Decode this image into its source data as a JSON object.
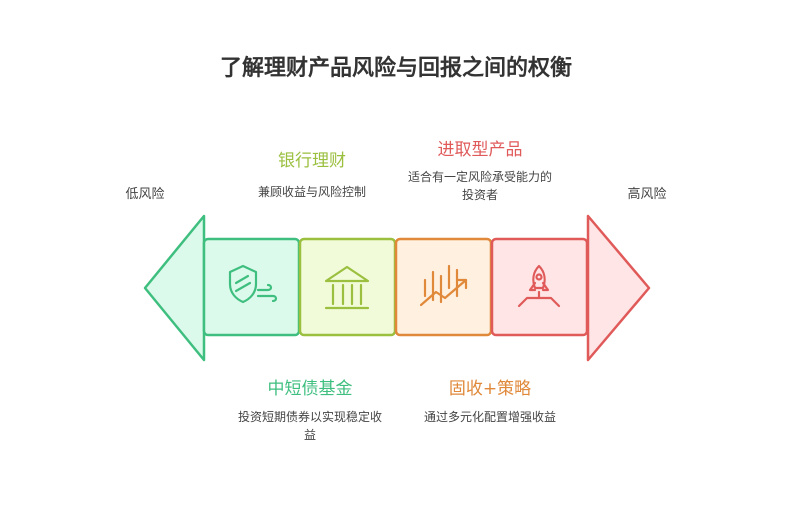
{
  "title": "了解理财产品风险与回报之间的权衡",
  "scale": {
    "low": "低风险",
    "high": "高风险"
  },
  "products": [
    {
      "name": "银行理财",
      "desc": "兼顾收益与风险控制",
      "icon": "bank-icon",
      "color": "#9bbf3f",
      "fill": "#f2fbd9"
    },
    {
      "name": "进取型产品",
      "desc": "适合有一定风险承受能力的投资者",
      "icon": "rocket-icon",
      "color": "#e05a5a",
      "fill": "#ffe5e5"
    },
    {
      "name": "中短债基金",
      "desc": "投资短期债券以实现稳定收益",
      "icon": "shield-icon",
      "color": "#3fbf7f",
      "fill": "#dcfaeb"
    },
    {
      "name": "固收+策略",
      "desc": "通过多元化配置增强收益",
      "icon": "chart-icon",
      "color": "#e0893a",
      "fill": "#fff0e0"
    }
  ]
}
